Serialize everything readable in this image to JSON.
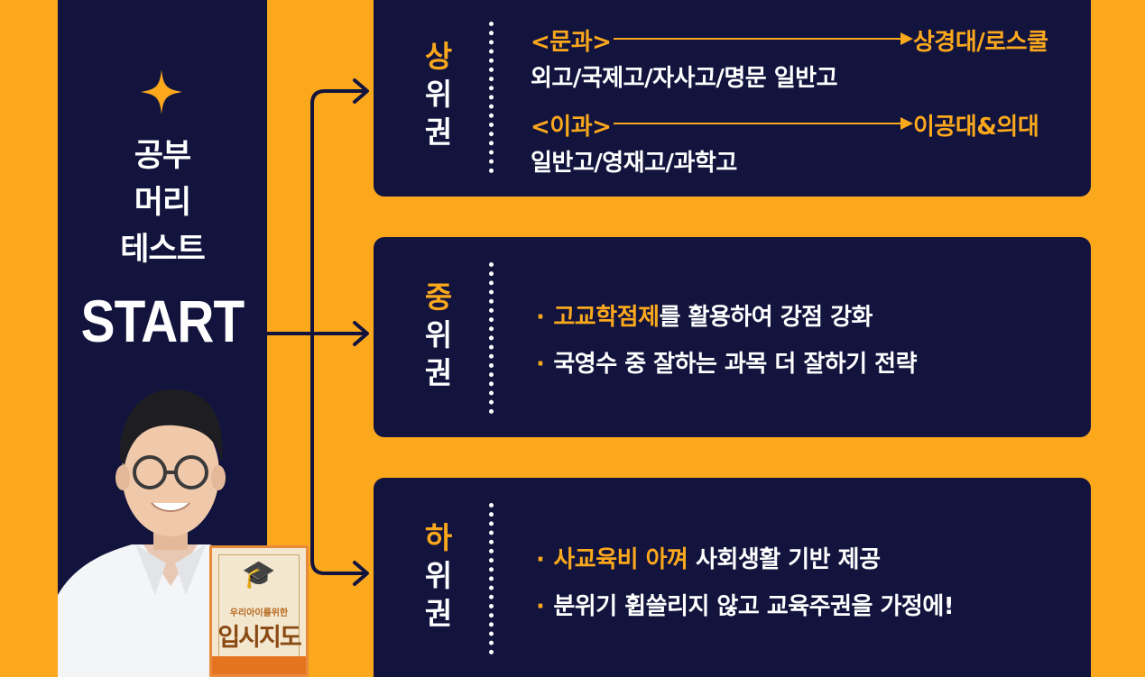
{
  "left_panel": {
    "title_lines": [
      "공부",
      "머리",
      "테스트"
    ],
    "start": "START",
    "book": {
      "subtitle": "우리아이를위한",
      "title": "입시지도"
    }
  },
  "colors": {
    "background": "#FBA81D",
    "panel": "#12143D",
    "accent": "#FBA81D",
    "text": "#FFFFFF"
  },
  "tiers": [
    {
      "label": [
        "상",
        "위",
        "권"
      ],
      "tracks": [
        {
          "from": "<문과>",
          "to": "상경대/로스쿨",
          "schools": "외고/국제고/자사고/명문 일반고"
        },
        {
          "from": "<이과>",
          "to": "이공대&의대",
          "schools": "일반고/영재고/과학고"
        }
      ]
    },
    {
      "label": [
        "중",
        "위",
        "권"
      ],
      "bullets": [
        {
          "highlight": "고교학점제",
          "text": "를 활용하여 강점 강화"
        },
        {
          "highlight": "",
          "text": "국영수 중 잘하는 과목 더 잘하기 전략"
        }
      ]
    },
    {
      "label": [
        "하",
        "위",
        "권"
      ],
      "bullets": [
        {
          "highlight": "사교육비 아껴",
          "text": " 사회생활 기반 제공"
        },
        {
          "highlight": "",
          "text": "분위기 휩쓸리지 않고 교육주권을 가정에!"
        }
      ]
    }
  ],
  "icons": {
    "sparkle": "sparkle-icon",
    "arrow": "arrow-right-icon"
  }
}
